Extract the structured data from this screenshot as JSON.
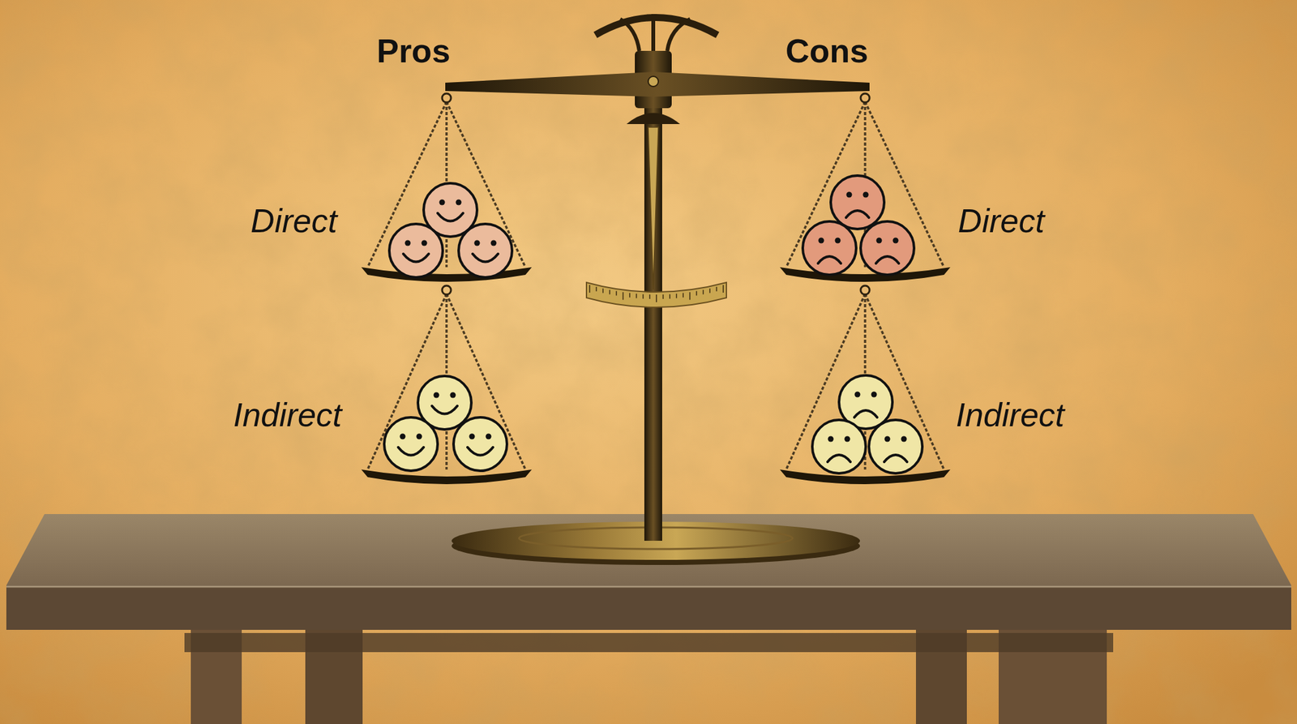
{
  "diagram": {
    "labels": [
      "Pros",
      "Cons",
      "Direct",
      "Direct",
      "Indirect",
      "Indirect"
    ]
  }
}
